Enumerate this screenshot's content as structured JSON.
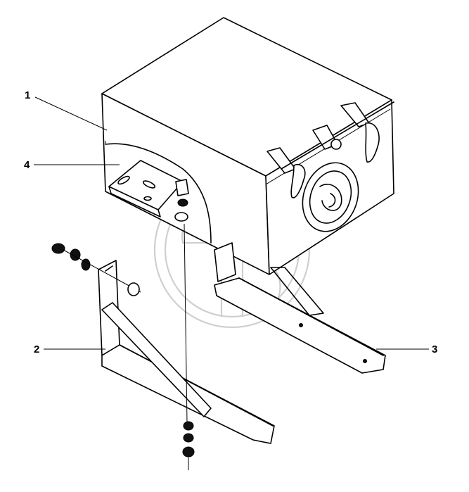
{
  "callouts": [
    {
      "id": "1",
      "label": "1"
    },
    {
      "id": "2",
      "label": "2"
    },
    {
      "id": "3",
      "label": "3"
    },
    {
      "id": "4",
      "label": "4"
    }
  ],
  "watermark": {
    "icon": "gb-logo-watermark",
    "color": "#cfcfcf"
  }
}
